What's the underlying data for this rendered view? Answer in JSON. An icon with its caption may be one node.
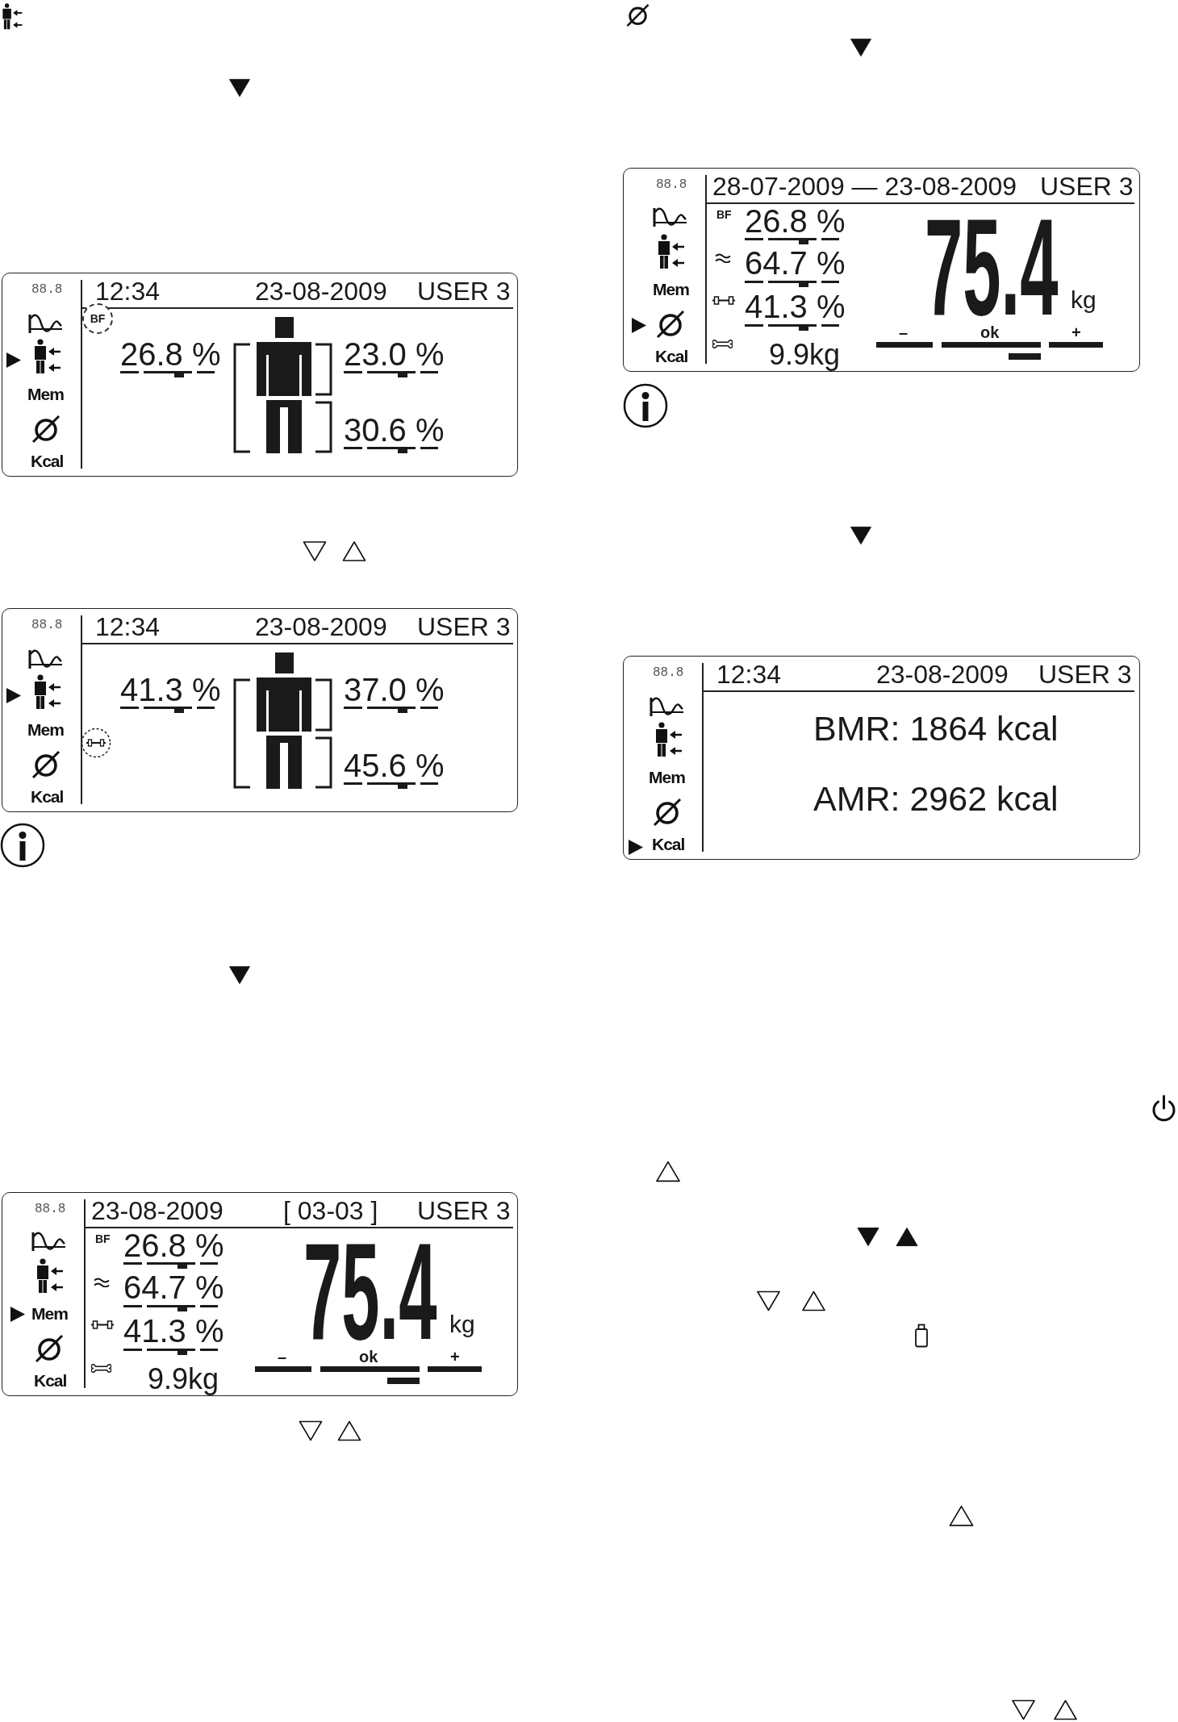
{
  "diagram": {
    "nodes": [
      {
        "text": [
          "88.8",
          "Mem",
          "Kcal",
          "12:34",
          "23-08-2009",
          "USER 3",
          "26.8 %",
          "23.0 %",
          "30.6 %"
        ]
      },
      {
        "text": [
          "BF"
        ],
        "in": 0
      },
      {
        "text": [
          "88.8",
          "Mem",
          "Kcal",
          "12:34",
          "23-08-2009",
          "USER 3",
          "41.3 %",
          "37.0 %",
          "45.6 %"
        ]
      },
      {
        "text": [
          "88.8",
          "Mem",
          "Kcal",
          "23-08-2009",
          "[ 03-03 ]",
          "USER 3",
          "BF",
          "26.8 %",
          "64.7 %",
          "41.3 %",
          "9.9kg",
          "75.4",
          "kg",
          "–",
          "ok",
          "+"
        ]
      },
      {
        "text": [
          "88.8",
          "Mem",
          "Kcal",
          "28-07-2009 — 23-08-2009",
          "USER 3",
          "BF",
          "26.8 %",
          "64.7 %",
          "41.3 %",
          "9.9kg",
          "75.4",
          "kg",
          "–",
          "ok",
          "+"
        ]
      },
      {
        "text": [
          "88.8",
          "Mem",
          "Kcal",
          "12:34",
          "23-08-2009",
          "USER 3",
          "BMR: 1864 kcal",
          "AMR: 2962 kcal"
        ]
      }
    ]
  }
}
